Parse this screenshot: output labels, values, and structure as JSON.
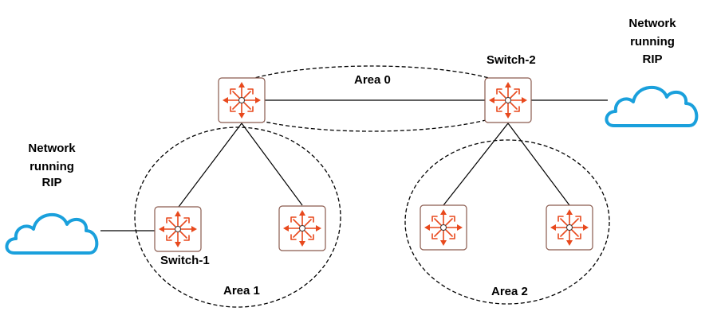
{
  "diagram": {
    "areas": {
      "area0": "Area 0",
      "area1": "Area 1",
      "area2": "Area 2"
    },
    "switches": {
      "switch1": "Switch-1",
      "switch2": "Switch-2"
    },
    "clouds": {
      "left": [
        "Network",
        "running",
        "RIP"
      ],
      "right": [
        "Network",
        "running",
        "RIP"
      ]
    },
    "colors": {
      "switch_icon": "#e8491d",
      "cloud_outline": "#1aa0dc"
    }
  }
}
